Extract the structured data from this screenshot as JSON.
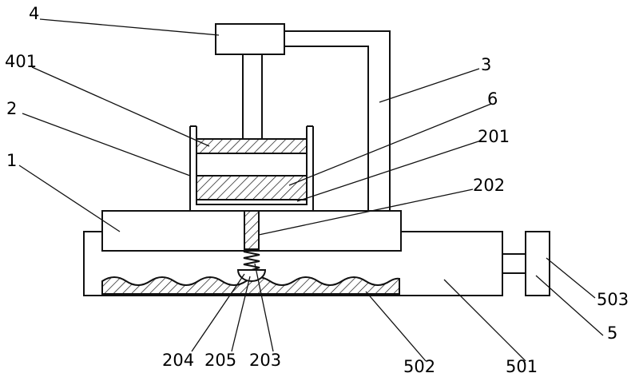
{
  "callouts": {
    "c4": "4",
    "c401": "401",
    "c2": "2",
    "c1": "1",
    "c3": "3",
    "c6": "6",
    "c201": "201",
    "c202": "202",
    "c503": "503",
    "c5": "5",
    "c204": "204",
    "c205": "205",
    "c203": "203",
    "c502": "502",
    "c501": "501"
  },
  "colors": {
    "line": "#111111",
    "background": "#ffffff"
  }
}
